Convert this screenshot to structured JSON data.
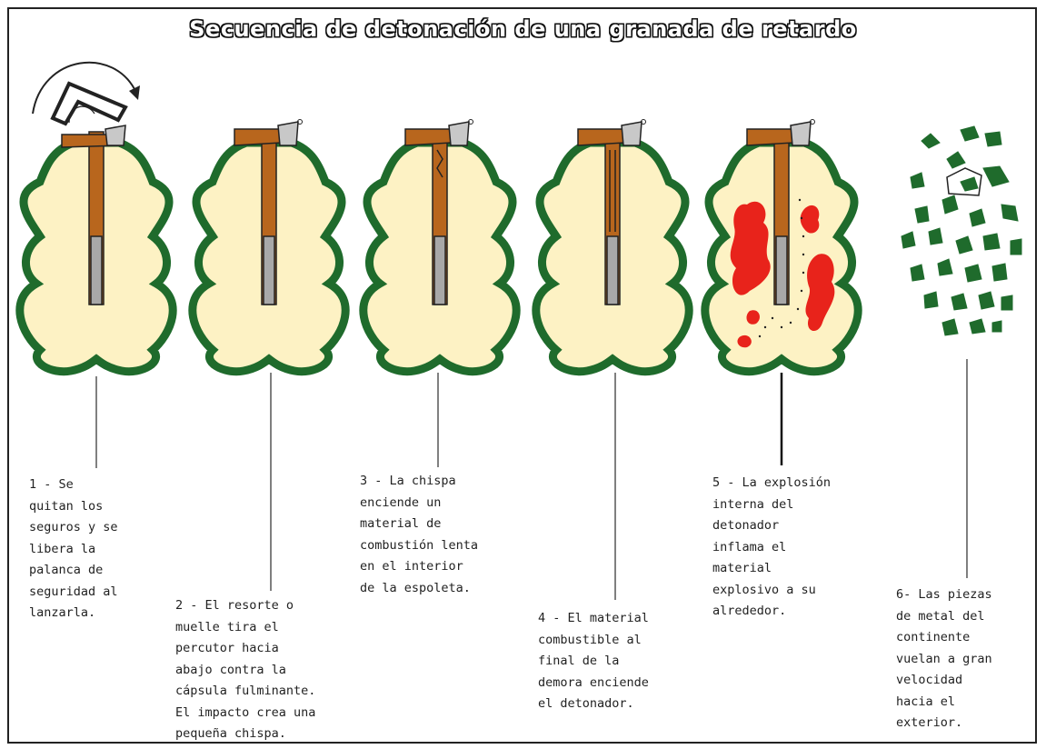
{
  "title": "Secuencia de detonación de una granada de retardo",
  "colors": {
    "shell": "#1f6b2c",
    "interior": "#fdf2c4",
    "fuze_brass": "#b8661d",
    "fuze_steel": "#a8a8a8",
    "explosion": "#e8231b",
    "outline": "#222222"
  },
  "steps": [
    {
      "id": 1,
      "caption": "1 - Se\nquitan los\nseguros y se\nlibera la\npalanca de\nseguridad al\nlanzarla."
    },
    {
      "id": 2,
      "caption": "2 - El resorte o\nmuelle tira el\npercutor hacia\nabajo contra la\ncápsula fulminante.\nEl impacto crea una\npequeña chispa."
    },
    {
      "id": 3,
      "caption": "3 - La chispa\nenciende un\nmaterial de\ncombustión lenta\nen el interior\nde la espoleta."
    },
    {
      "id": 4,
      "caption": "4 - El material\ncombustible al\nfinal de la\ndemora enciende\nel detonador."
    },
    {
      "id": 5,
      "caption": "5 - La explosión\ninterna del\ndetonador\ninflama el\nmaterial\nexplosivo a su\nalrededor."
    },
    {
      "id": 6,
      "caption": "6- Las piezas\nde metal del\ncontinente\nvuelan a gran\nvelocidad\nhacia el\nexterior."
    }
  ]
}
